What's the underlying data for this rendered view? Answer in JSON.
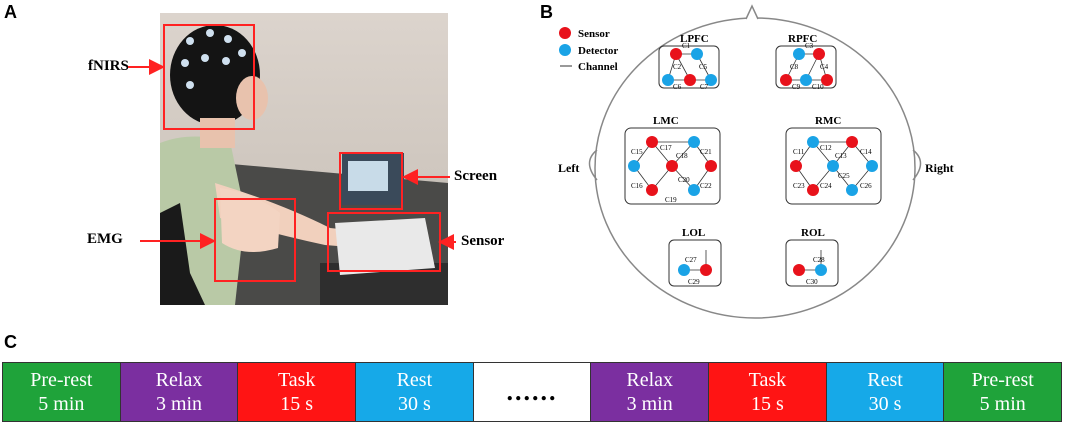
{
  "panels": {
    "a": "A",
    "b": "B",
    "c": "C"
  },
  "photo": {
    "labels": {
      "fnirs": "fNIRS",
      "emg": "EMG",
      "screen": "Screen",
      "sensor": "Sensor"
    },
    "box_color": "#ff2222"
  },
  "head": {
    "legend": {
      "sensor": "Sensor",
      "detector": "Detector",
      "channel": "Channel"
    },
    "sides": {
      "left": "Left",
      "right": "Right"
    },
    "regions": {
      "lpfc": "LPFC",
      "rpfc": "RPFC",
      "lmc": "LMC",
      "rmc": "RMC",
      "lol": "LOL",
      "rol": "ROL"
    },
    "channels": [
      "C1",
      "C2",
      "C3",
      "C4",
      "C5",
      "C6",
      "C7",
      "C8",
      "C9",
      "C10",
      "C11",
      "C12",
      "C13",
      "C14",
      "C15",
      "C16",
      "C17",
      "C18",
      "C19",
      "C20",
      "C21",
      "C22",
      "C23",
      "C24",
      "C25",
      "C26",
      "C27",
      "C28",
      "C29",
      "C30"
    ],
    "colors": {
      "sensor": "#e8121b",
      "detector": "#1aa3e6"
    }
  },
  "timeline": {
    "segments": [
      {
        "name": "Pre-rest",
        "duration": "5 min",
        "color": "#1fa33a"
      },
      {
        "name": "Relax",
        "duration": "3 min",
        "color": "#7b2fa0"
      },
      {
        "name": "Task",
        "duration": "15 s",
        "color": "#ff1414"
      },
      {
        "name": "Rest",
        "duration": "30 s",
        "color": "#16a9e8"
      },
      {
        "name": "",
        "duration": "",
        "dots": "......",
        "color": "#ffffff"
      },
      {
        "name": "Relax",
        "duration": "3 min",
        "color": "#7b2fa0"
      },
      {
        "name": "Task",
        "duration": "15 s",
        "color": "#ff1414"
      },
      {
        "name": "Rest",
        "duration": "30 s",
        "color": "#16a9e8"
      },
      {
        "name": "Pre-rest",
        "duration": "5 min",
        "color": "#1fa33a"
      }
    ]
  }
}
